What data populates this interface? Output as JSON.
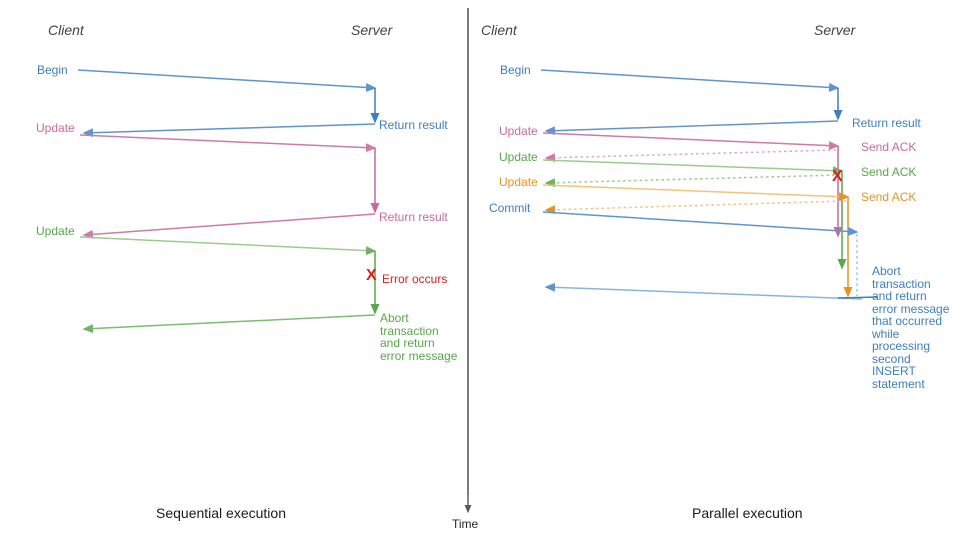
{
  "diagram": {
    "title": "Sequential vs Parallel transaction execution sequence diagram",
    "colors": {
      "blue": "#3d7fbf",
      "blue_light": "#8ab4e0",
      "pink": "#c9699e",
      "pink_light": "#e0a8c6",
      "green": "#57a84a",
      "green_light": "#9ccb8f",
      "orange": "#e8921f",
      "orange_light": "#f4c27a",
      "red": "#e01b1b",
      "axis": "#595959",
      "divider": "#262626",
      "text_dark": "#434343"
    },
    "time_axis": {
      "label": "Time"
    },
    "left_panel": {
      "caption": "Sequential execution",
      "actors": {
        "client": "Client",
        "server": "Server"
      },
      "messages": [
        {
          "label": "Begin",
          "color": "blue",
          "dir": "request"
        },
        {
          "label": "Return result",
          "color": "blue",
          "dir": "response"
        },
        {
          "label": "Update",
          "color": "pink",
          "dir": "request"
        },
        {
          "label": "Return result",
          "color": "pink",
          "dir": "response"
        },
        {
          "label": "Update",
          "color": "green",
          "dir": "request"
        },
        {
          "label": "Error occurs",
          "color": "red",
          "marker": "x-icon"
        },
        {
          "label": "Abort transaction and return error message",
          "color": "green",
          "dir": "response"
        }
      ],
      "error_marker": "X",
      "error_text": "Error occurs",
      "abort_text_lines": [
        "Abort",
        "transaction",
        "and return",
        "error message"
      ]
    },
    "right_panel": {
      "caption": "Parallel execution",
      "actors": {
        "client": "Client",
        "server": "Server"
      },
      "messages": [
        {
          "label": "Begin",
          "color": "blue",
          "dir": "request"
        },
        {
          "label": "Return result",
          "color": "blue",
          "dir": "response"
        },
        {
          "label": "Update",
          "color": "pink",
          "dir": "request"
        },
        {
          "label": "Send ACK",
          "color": "pink",
          "dir": "response",
          "style": "dotted"
        },
        {
          "label": "Update",
          "color": "green",
          "dir": "request"
        },
        {
          "label": "Send ACK",
          "color": "green",
          "dir": "response",
          "style": "dotted"
        },
        {
          "label": "Update",
          "color": "orange",
          "dir": "request"
        },
        {
          "label": "Send ACK",
          "color": "orange",
          "dir": "response",
          "style": "dotted"
        },
        {
          "label": "Commit",
          "color": "blue",
          "dir": "request"
        },
        {
          "label": "Abort transaction and return error message that occurred while processing second INSERT statement",
          "color": "blue",
          "dir": "response"
        }
      ],
      "error_marker": "X",
      "abort_text_lines": [
        "Abort",
        "transaction",
        "and return",
        "error message",
        "that occurred",
        "while",
        "processing",
        "second",
        "INSERT",
        "statement"
      ]
    }
  }
}
